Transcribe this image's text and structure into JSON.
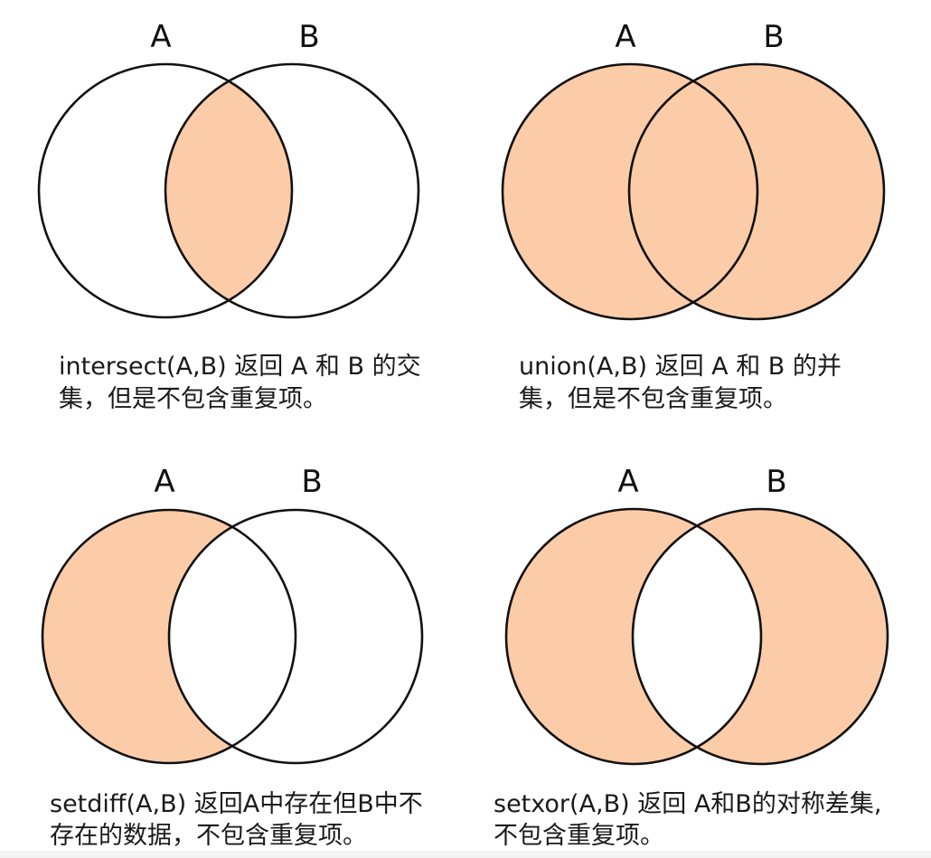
{
  "colors": {
    "fill": "#FCCCA8",
    "stroke": "#111111",
    "background": "#FFFFFF"
  },
  "panels": [
    {
      "id": "intersect",
      "label_a": "A",
      "label_b": "B",
      "shaded_region": "A ∩ B",
      "caption_line1": "intersect(A,B) 返回 A 和 B 的交",
      "caption_line2": "集，但是不包含重复项。"
    },
    {
      "id": "union",
      "label_a": "A",
      "label_b": "B",
      "shaded_region": "A ∪ B",
      "caption_line1": "union(A,B) 返回 A 和 B 的并",
      "caption_line2": "集，但是不包含重复项。"
    },
    {
      "id": "setdiff",
      "label_a": "A",
      "label_b": "B",
      "shaded_region": "A − B",
      "caption_line1": "setdiff(A,B) 返回A中存在但B中不",
      "caption_line2": "存在的数据，不包含重复项。"
    },
    {
      "id": "setxor",
      "label_a": "A",
      "label_b": "B",
      "shaded_region": "A △ B",
      "caption_line1": "setxor(A,B) 返回 A和B的对称差集,",
      "caption_line2": "不包含重复项。"
    }
  ]
}
